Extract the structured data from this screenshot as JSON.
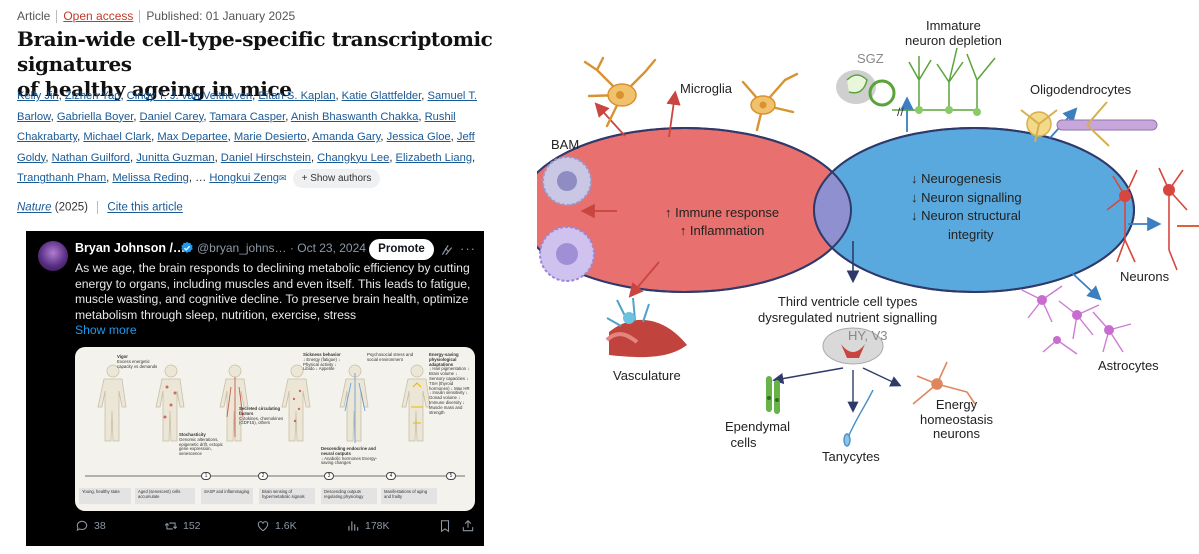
{
  "article": {
    "type": "Article",
    "access": "Open access",
    "published": "Published: 01 January 2025",
    "title_line1": "Brain-wide cell-type-specific transcriptomic signatures",
    "title_line2": "of healthy ageing in mice",
    "authors": [
      "Kelly Jin",
      "Zizhen Yao",
      "Cindy T. J. van Velthoven",
      "Eitan S. Kaplan",
      "Katie Glattfelder",
      "Samuel T. Barlow",
      "Gabriella Boyer",
      "Daniel Carey",
      "Tamara Casper",
      "Anish Bhaswanth Chakka",
      "Rushil Chakrabarty",
      "Michael Clark",
      "Max Departee",
      "Marie Desierto",
      "Amanda Gary",
      "Jessica Gloe",
      "Jeff Goldy",
      "Nathan Guilford",
      "Junitta Guzman",
      "Daniel Hirschstein",
      "Changkyu Lee",
      "Elizabeth Liang",
      "Trangthanh Pham",
      "Melissa Reding"
    ],
    "ellipsis": "…",
    "last_author": "Hongkui Zeng",
    "show_authors": "Show authors",
    "journal": "Nature",
    "year": "(2025)",
    "cite": "Cite this article"
  },
  "tweet": {
    "name": "Bryan Johnson /…",
    "handle": "@bryan_johns…",
    "date": "· Oct 23, 2024",
    "promote": "Promote",
    "text": "As we age, the brain responds to declining metabolic efficiency by cutting energy to organs, including muscles and even itself. This leads to fatigue, muscle wasting, and cognitive decline. To preserve brain health, optimize metabolism through sleep, nutrition, exercise, stress",
    "show_more": "Show more",
    "replies": "38",
    "reposts": "152",
    "likes": "1.6K",
    "views": "178K",
    "figure": {
      "vigor": "Vigor",
      "vigor_sub": "Excess energetic capacity vs demands",
      "stochasticity": "Stochasticity",
      "stochasticity_sub": "Genomic alterations, epigenetic drift, ectopic gene expression, senescence",
      "secreted": "Secreted circulating factors",
      "secreted_sub": "Cytokines, chemokines (GDF15), others",
      "sickness": "Sickness behavior",
      "sickness_sub": "↓ Energy (fatigue) ↓ Physical activity ↓ Libido ↓ Appetite",
      "psychosocial": "Psychosocial stress and social environment",
      "descending": "Descending endocrine and neural outputs",
      "descending_sub": "↓ Anabolic hormones Energy-saving changes",
      "energy_saving": "Energy-saving physiological adaptations",
      "energy_saving_sub": "↓ Hair pigmentation ↓ Brain volume ↓ Sensory capacities ↓ TSH (thyroid hormones) ↓ Max HR ↓ Insulin sensitivity ↓ Gonad volume ↓ Immune diversity ↓ Muscle mass and strength",
      "steps": [
        "1",
        "2",
        "3",
        "4",
        "5"
      ],
      "captions": [
        "Young, healthy state",
        "Aged (senescent) cells accumulate",
        "SASP and inflammaging",
        "Brain sensing of hypermetabolic signals",
        "Descending outputs regulating physiology",
        "Manifestations of aging and frailty"
      ]
    }
  },
  "diagram": {
    "immune_line1": "↑ Immune response",
    "immune_line2": "↑ Inflammation",
    "neuro_line1": "↓ Neurogenesis",
    "neuro_line2": "↓ Neuron signalling",
    "neuro_line3": "↓ Neuron structural",
    "neuro_line4": "integrity",
    "immature": "Immature",
    "immature2": "neuron depletion",
    "sgz": "SGZ",
    "microglia": "Microglia",
    "oligodendrocytes": "Oligodendrocytes",
    "bam": "BAM",
    "neurons": "Neurons",
    "vasculature": "Vasculature",
    "astrocytes": "Astrocytes",
    "third_line1": "Third ventricle cell types",
    "third_line2": "dysregulated nutrient signalling",
    "hy_v3": "HY, V3",
    "ependymal": "Ependymal",
    "ependymal2": "cells",
    "tanycytes": "Tanycytes",
    "energy": "Energy",
    "energy2": "homeostasis",
    "energy3": "neurons",
    "colors": {
      "immune_fill": "#e8706e",
      "neuro_fill": "#5aa9de",
      "overlap_fill": "#8f90cf",
      "arrow": "#c9453f"
    }
  }
}
